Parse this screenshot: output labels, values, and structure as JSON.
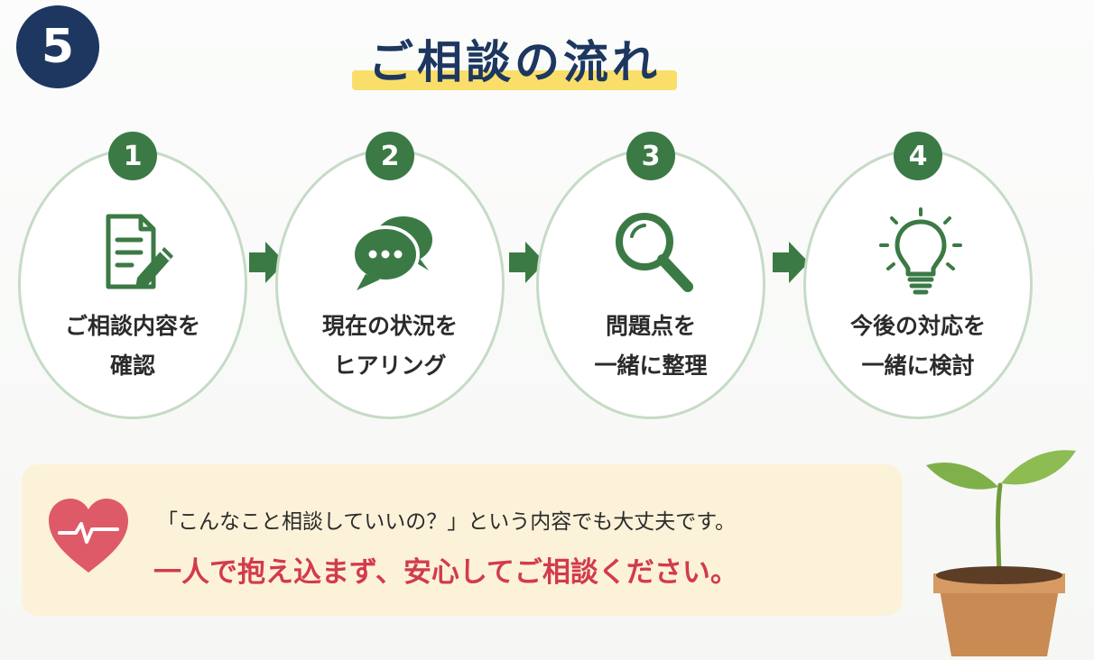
{
  "section_number": "5",
  "title": "ご相談の流れ",
  "steps": [
    {
      "number": "1",
      "icon": "document-edit-icon",
      "line1": "ご相談内容を",
      "line2": "確認"
    },
    {
      "number": "2",
      "icon": "chat-bubbles-icon",
      "line1": "現在の状況を",
      "line2": "ヒアリング"
    },
    {
      "number": "3",
      "icon": "magnifier-icon",
      "line1": "問題点を",
      "line2": "一緒に整理"
    },
    {
      "number": "4",
      "icon": "lightbulb-icon",
      "line1": "今後の対応を",
      "line2": "一緒に検討"
    }
  ],
  "note": {
    "line1": "「こんなこと相談していいの？」という内容でも大丈夫です。",
    "line2": "一人で抱え込まず、安心してご相談ください。"
  },
  "colors": {
    "navy": "#1d3760",
    "green": "#3b7a45",
    "circle_border": "#c5dbc5",
    "highlight_yellow": "#f9df6a",
    "note_bg": "#fcf2d9",
    "accent_red": "#d23b4c"
  }
}
